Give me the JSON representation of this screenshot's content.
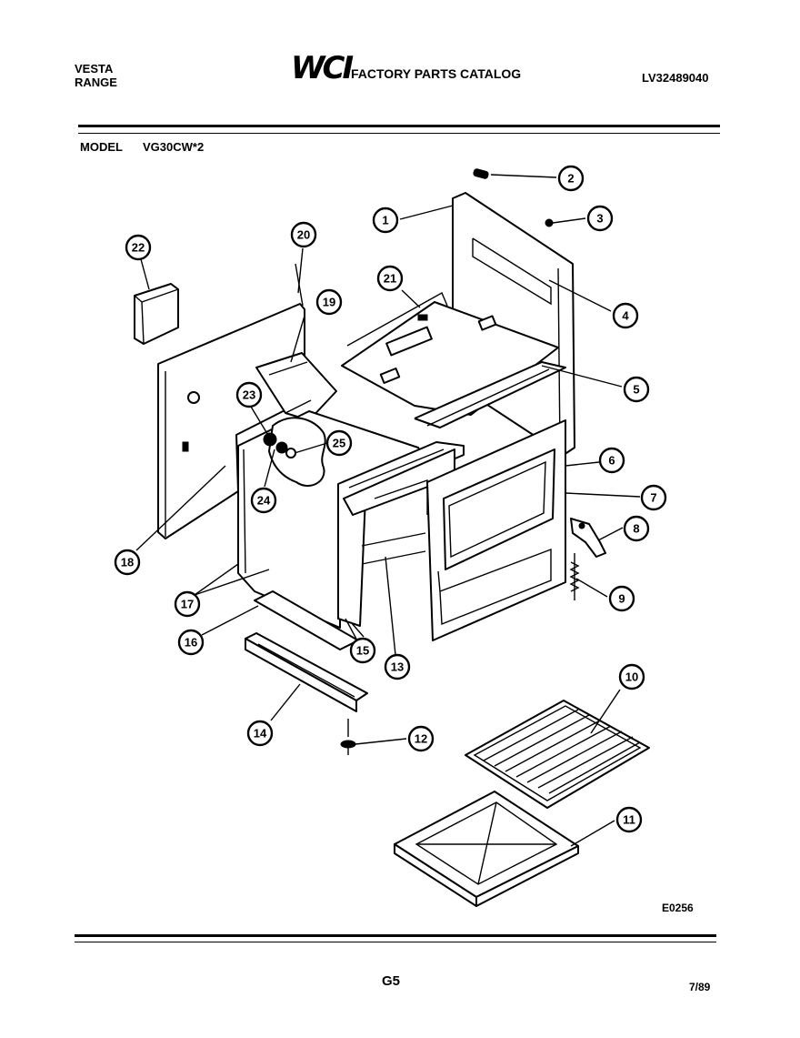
{
  "header": {
    "brand_line1": "VESTA",
    "brand_line2": "RANGE",
    "logo_text": "WCI",
    "catalog_title": "FACTORY PARTS CATALOG",
    "catalog_number": "LV32489040"
  },
  "model": {
    "label": "MODEL",
    "value": "VG30CW*2"
  },
  "diagram": {
    "callouts": [
      "1",
      "2",
      "3",
      "4",
      "5",
      "6",
      "7",
      "8",
      "9",
      "10",
      "11",
      "12",
      "13",
      "14",
      "15",
      "16",
      "17",
      "18",
      "19",
      "20",
      "21",
      "22",
      "23",
      "24",
      "25"
    ],
    "figure_number": "E0256"
  },
  "footer": {
    "page": "G5",
    "date": "7/89"
  }
}
